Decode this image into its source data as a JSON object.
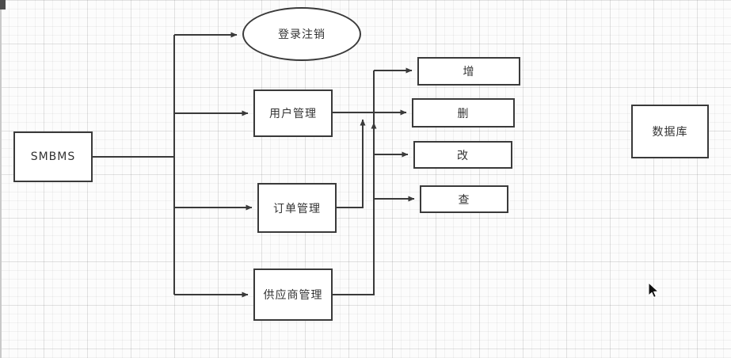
{
  "diagram": {
    "nodes": {
      "root": "SMBMS",
      "login": "登录注销",
      "user_mgmt": "用户管理",
      "order_mgmt": "订单管理",
      "supplier_mgmt": "供应商管理",
      "crud_add": "增",
      "crud_delete": "删",
      "crud_update": "改",
      "crud_query": "查",
      "database": "数据库"
    },
    "edges": [
      {
        "from": "SMBMS",
        "to": "登录注销"
      },
      {
        "from": "SMBMS",
        "to": "用户管理"
      },
      {
        "from": "SMBMS",
        "to": "订单管理"
      },
      {
        "from": "SMBMS",
        "to": "供应商管理"
      },
      {
        "from": "用户管理",
        "to": "增删改查"
      },
      {
        "from": "订单管理",
        "to": "增删改查"
      },
      {
        "from": "供应商管理",
        "to": "增删改查"
      },
      {
        "from": "增删改查",
        "to": "增"
      },
      {
        "from": "增删改查",
        "to": "删"
      },
      {
        "from": "增删改查",
        "to": "改"
      },
      {
        "from": "增删改查",
        "to": "查"
      }
    ],
    "colors": {
      "stroke": "#3a3a3a",
      "node_fill": "#ffffff",
      "canvas": "#fcfcfc"
    }
  }
}
